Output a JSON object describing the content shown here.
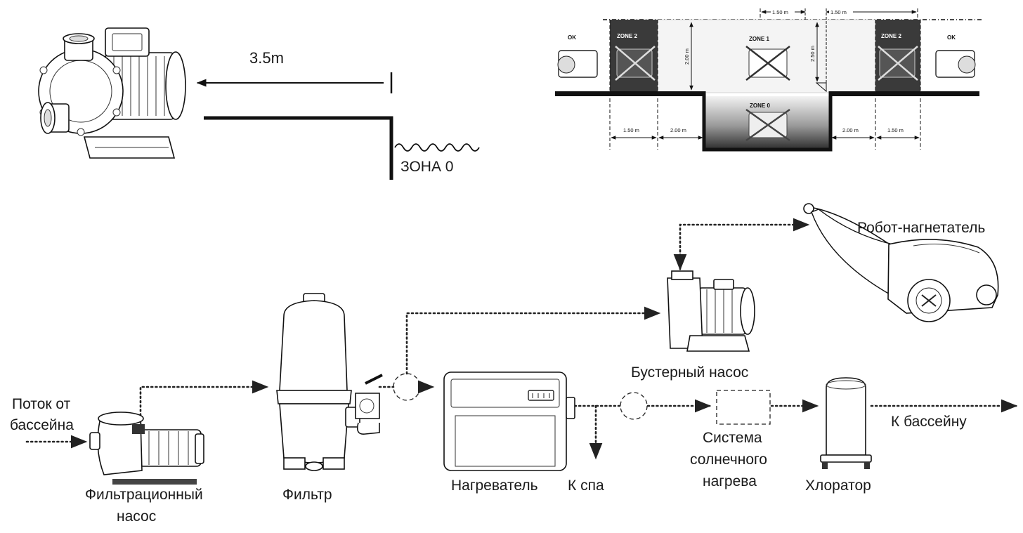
{
  "top_left": {
    "distance": "3.5m",
    "zone": "ЗОНА 0"
  },
  "zones_diagram": {
    "ok_left": "OK",
    "ok_right": "OK",
    "zone2_left": "ZONE 2",
    "zone1": "ZONE 1",
    "zone2_right": "ZONE 2",
    "zone0": "ZONE 0",
    "dim_top_left": "1.50 m",
    "dim_top_right": "1.50 m",
    "dim_height_left": "2.00 m",
    "dim_height_right": "2.50 m",
    "dim_bottom": [
      "1.50 m",
      "2.00 m",
      "2.00 m",
      "1.50 m"
    ]
  },
  "flow": {
    "source_line1": "Поток от",
    "source_line2": "бассейна",
    "pump_line1": "Фильтрационный",
    "pump_line2": "насос",
    "filter": "Фильтр",
    "heater": "Нагреватель",
    "to_spa": "К спа",
    "solar_line1": "Система",
    "solar_line2": "солнечного",
    "solar_line3": "нагрева",
    "chlorinator": "Хлоратор",
    "to_pool": "К бассейну",
    "booster": "Бустерный насос",
    "robot": "Робот-нагнетатель"
  }
}
